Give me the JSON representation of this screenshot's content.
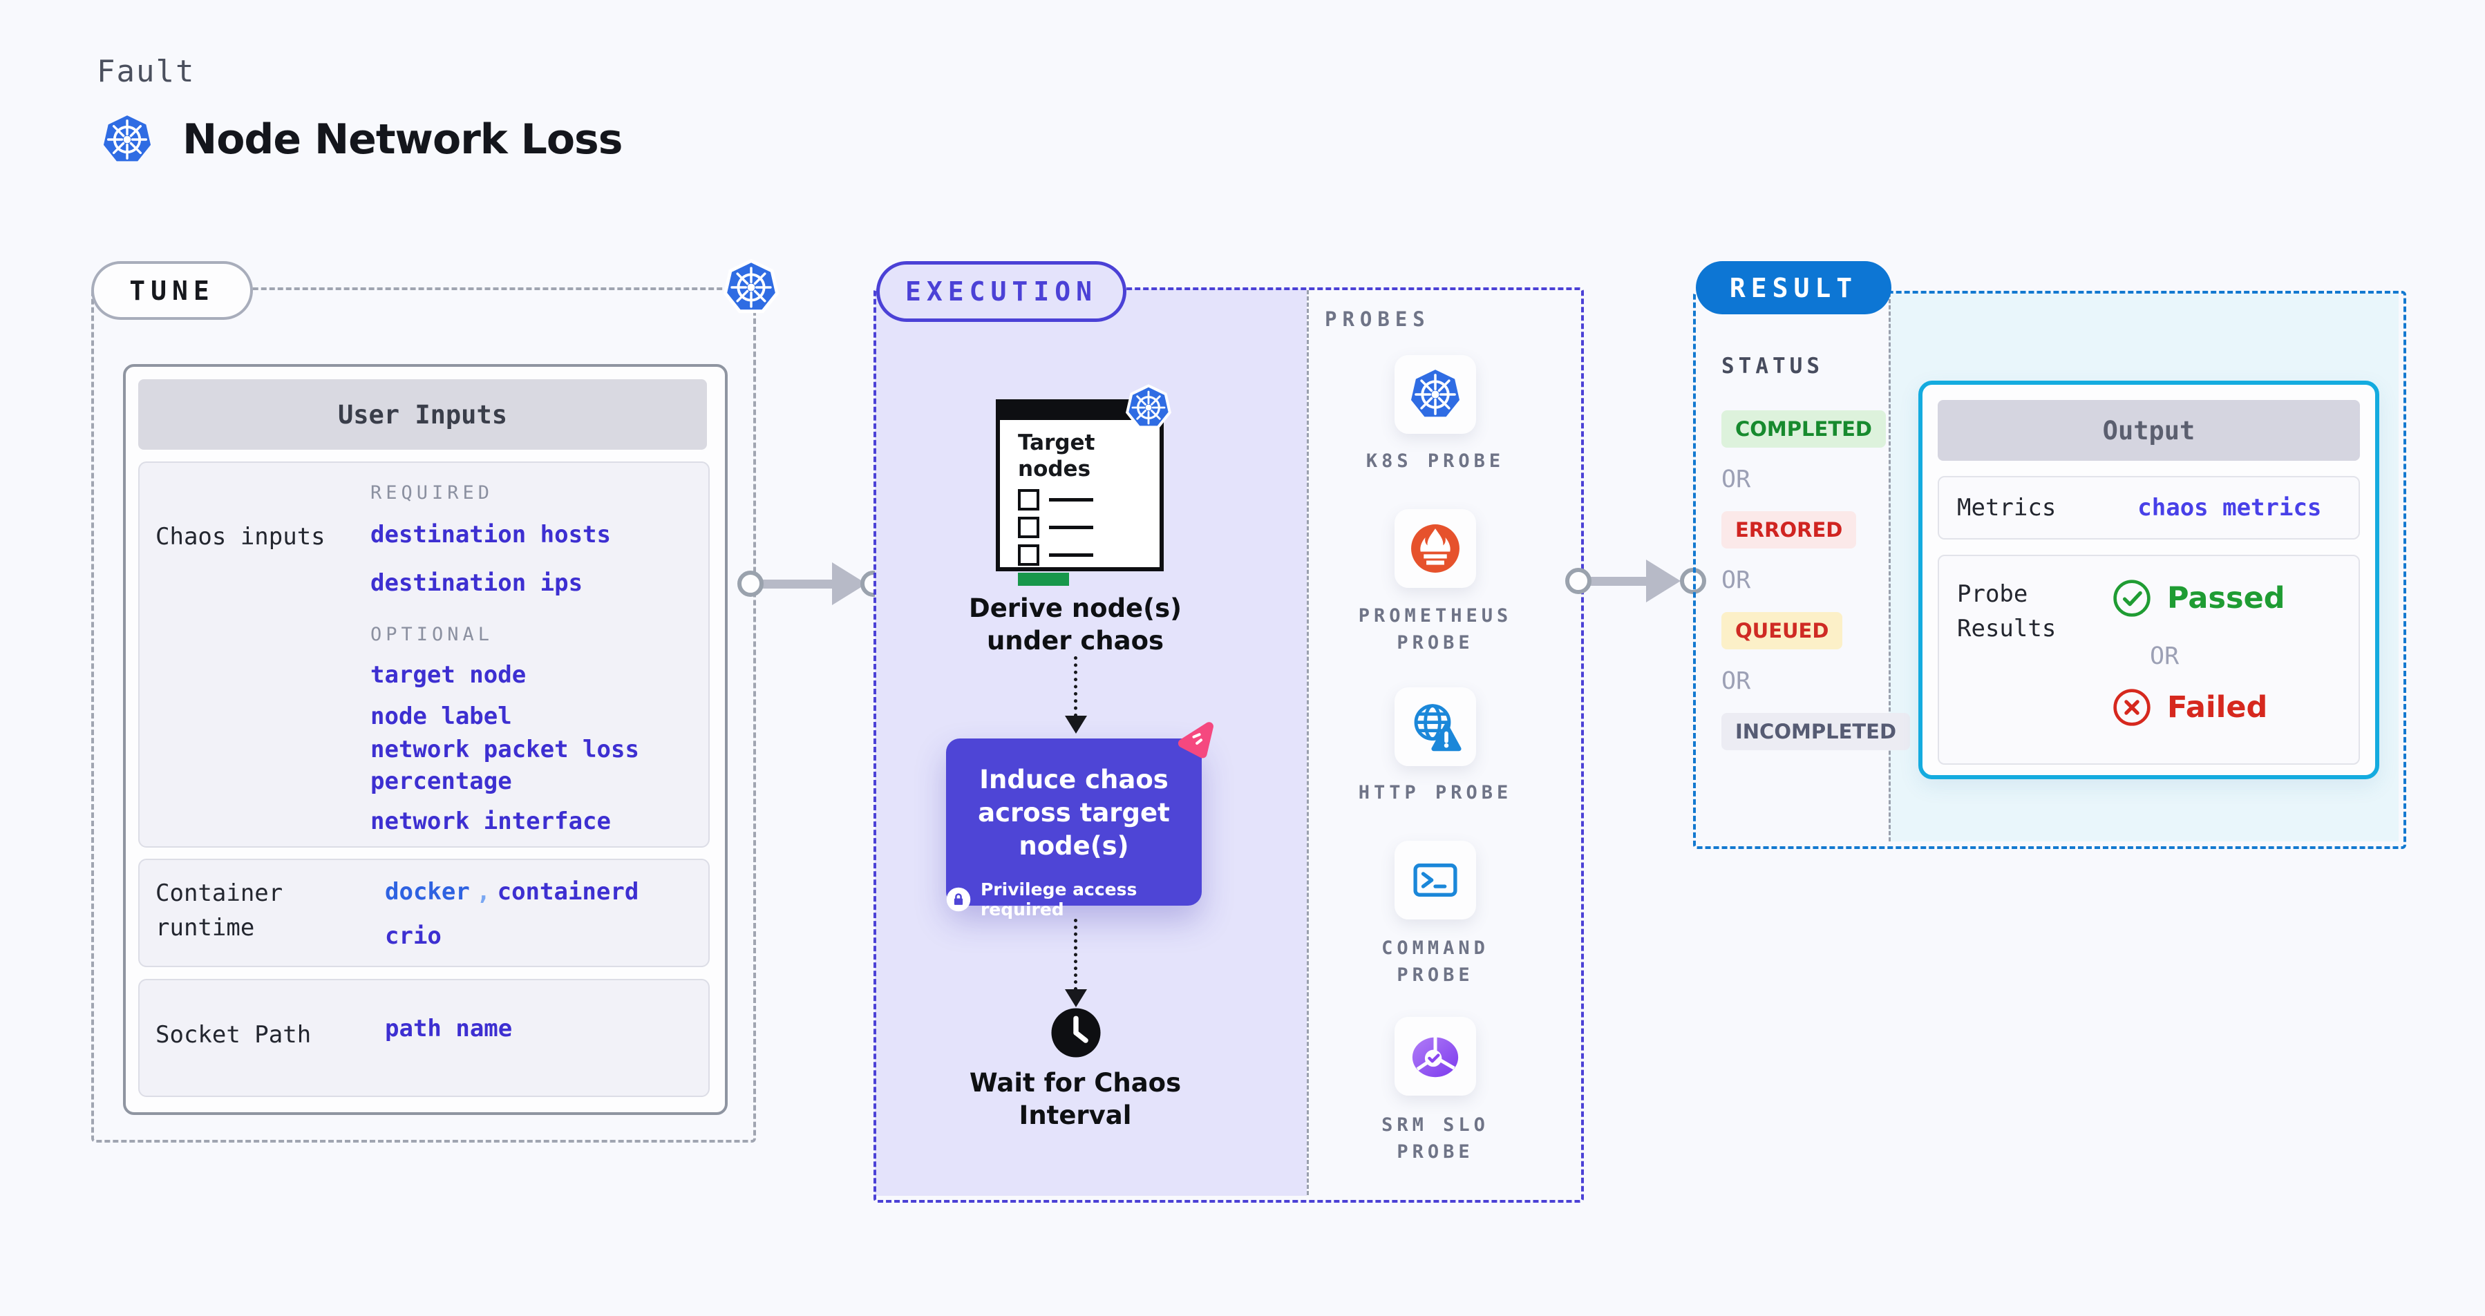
{
  "header": {
    "eyebrow": "Fault",
    "title": "Node Network Loss"
  },
  "tune": {
    "pill": "TUNE",
    "user_inputs_title": "User Inputs",
    "chaos_row": {
      "label": "Chaos inputs",
      "required_heading": "REQUIRED",
      "required_links": [
        "destination hosts",
        "destination ips"
      ],
      "optional_heading": "OPTIONAL",
      "optional_links": [
        "target node",
        "node label",
        "network packet loss percentage",
        "network interface"
      ]
    },
    "runtime_row": {
      "label": "Container runtime",
      "values": [
        "docker",
        "containerd",
        "crio"
      ],
      "separator": ","
    },
    "socket_row": {
      "label": "Socket Path",
      "value": "path name"
    }
  },
  "execution": {
    "pill": "EXECUTION",
    "target_card": {
      "title": "Target nodes"
    },
    "derive_label": "Derive node(s) under chaos",
    "induce": {
      "title": "Induce chaos across target node(s)",
      "badge": "Privilege access required"
    },
    "wait_label": "Wait for Chaos Interval",
    "probes": {
      "heading": "PROBES",
      "items": [
        {
          "icon": "kubernetes-icon",
          "label": "K8S PROBE"
        },
        {
          "icon": "prometheus-icon",
          "label": "PROMETHEUS PROBE"
        },
        {
          "icon": "globe-warning-icon",
          "label": "HTTP PROBE"
        },
        {
          "icon": "terminal-icon",
          "label": "COMMAND PROBE"
        },
        {
          "icon": "slo-pie-icon",
          "label": "SRM SLO PROBE"
        }
      ]
    }
  },
  "result": {
    "pill": "RESULT",
    "status_heading": "STATUS",
    "statuses": [
      "COMPLETED",
      "ERRORED",
      "QUEUED",
      "INCOMPLETED"
    ],
    "or_label": "OR",
    "output": {
      "title": "Output",
      "metrics_label": "Metrics",
      "metrics_value": "chaos metrics",
      "probe_label": "Probe Results",
      "passed": "Passed",
      "failed": "Failed"
    }
  },
  "colors": {
    "page_bg": "#f8f9fd",
    "indigo_accent": "#4b41d6",
    "link_indigo": "#3d2fd1",
    "docker_blue": "#2e62e1",
    "result_blue": "#0d76d4",
    "cyan_border": "#14abdf",
    "cyan_bg": "#e9f6fb",
    "lavender_bg": "#e4e3fb",
    "kubernetes_blue": "#2f6ce3",
    "prometheus_orange": "#e6522c",
    "litmus_pink": "#f5487f",
    "passed_green": "#1f9c33",
    "failed_red": "#d6281e",
    "queued_yellow_bg": "#fcf0c8",
    "completed_green_bg": "#ddf2dc"
  }
}
